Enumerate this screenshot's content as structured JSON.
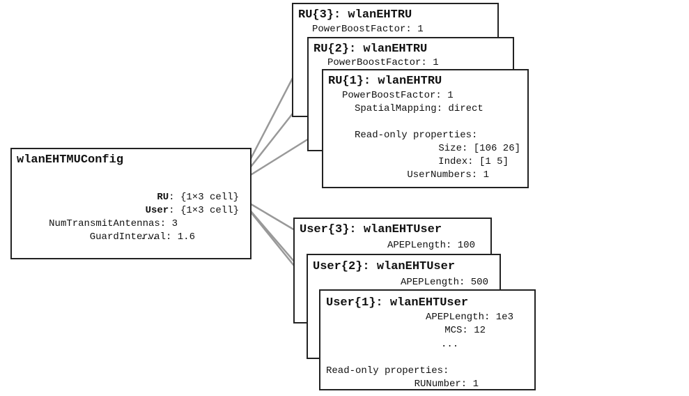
{
  "config": {
    "title": "wlanEHTMUConfig",
    "rows": [
      {
        "label": "RU",
        "value": "{1×3 cell}"
      },
      {
        "label": "User",
        "value": "{1×3 cell}"
      },
      {
        "label": "NumTransmitAntennas",
        "value": "3"
      },
      {
        "label": "GuardInterval",
        "value": "1.6"
      }
    ],
    "ellipsis": "..."
  },
  "ru": [
    {
      "title": "RU{3}: wlanEHTRU",
      "power": "PowerBoostFactor: 1"
    },
    {
      "title": "RU{2}: wlanEHTRU",
      "power": "PowerBoostFactor: 1"
    },
    {
      "title": "RU{1}: wlanEHTRU",
      "power": "PowerBoostFactor: 1",
      "spatial": "SpatialMapping: direct",
      "readonly_header": "Read-only properties:",
      "size": "Size: [106 26]",
      "index": "Index: [1 5]",
      "usernumbers": "UserNumbers: 1"
    }
  ],
  "user": [
    {
      "title": "User{3}: wlanEHTUser",
      "apep": "APEPLength: 100"
    },
    {
      "title": "User{2}: wlanEHTUser",
      "apep": "APEPLength: 500"
    },
    {
      "title": "User{1}: wlanEHTUser",
      "apep": "APEPLength: 1e3",
      "mcs": "MCS: 12",
      "ellipsis": "...",
      "readonly_header": "Read-only properties:",
      "runumber": "RUNumber: 1"
    }
  ],
  "colors": {
    "connector": "#999999",
    "border": "#222222"
  }
}
